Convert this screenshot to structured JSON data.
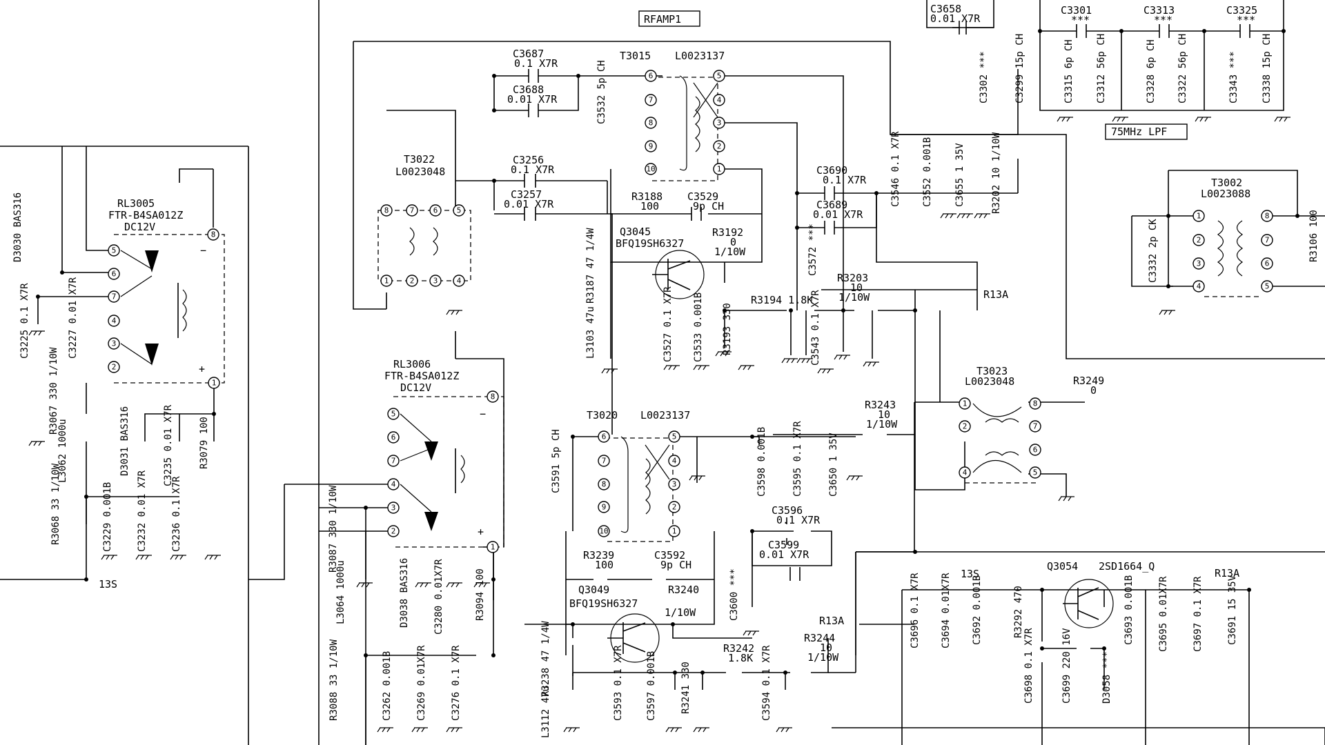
{
  "section_title": "RFAMP1",
  "lpf_label": "75MHz LPF",
  "nets": {
    "r13a_1": "R13A",
    "r13a_2": "R13A",
    "r13a_3": "R13A",
    "s13_1": "13S",
    "s13_2": "13S"
  },
  "transformers": {
    "t3015": {
      "ref": "T3015",
      "part": "L0023137",
      "pins": [
        "6",
        "7",
        "8",
        "9",
        "10",
        "5",
        "4",
        "3",
        "2",
        "1"
      ]
    },
    "t3020": {
      "ref": "T3020",
      "part": "L0023137",
      "pins": [
        "6",
        "7",
        "8",
        "9",
        "10",
        "5",
        "4",
        "3",
        "2",
        "1"
      ]
    },
    "t3022": {
      "ref": "T3022",
      "part": "L0023048",
      "pins": [
        "8",
        "7",
        "6",
        "5",
        "1",
        "2",
        "3",
        "4"
      ]
    },
    "t3023": {
      "ref": "T3023",
      "part": "L0023048",
      "pins": [
        "1",
        "2",
        "4",
        "8",
        "7",
        "6",
        "5"
      ]
    },
    "t3002": {
      "ref": "T3002",
      "part": "L0023088",
      "pins": [
        "1",
        "2",
        "3",
        "4",
        "8",
        "7",
        "6",
        "5"
      ]
    }
  },
  "relays": {
    "rl3005": {
      "ref": "RL3005",
      "part": "FTR-B4SA012Z",
      "rating": "DC12V",
      "pins": [
        "8",
        "5",
        "6",
        "7",
        "4",
        "3",
        "2",
        "1"
      ],
      "minus": "−",
      "plus": "+"
    },
    "rl3006": {
      "ref": "RL3006",
      "part": "FTR-B4SA012Z",
      "rating": "DC12V",
      "pins": [
        "8",
        "5",
        "6",
        "7",
        "4",
        "3",
        "2",
        "1"
      ],
      "minus": "−",
      "plus": "+"
    }
  },
  "transistors": {
    "q3045": {
      "ref": "Q3045",
      "part": "BFQ19SH6327"
    },
    "q3049": {
      "ref": "Q3049",
      "part": "BFQ19SH6327"
    },
    "q3054": {
      "ref": "Q3054",
      "part": "2SD1664_Q"
    }
  },
  "labels_h": [
    {
      "id": "c3687a",
      "text": "C3687"
    },
    {
      "id": "c3687b",
      "text": "0.1 X7R"
    },
    {
      "id": "c3688a",
      "text": "C3688"
    },
    {
      "id": "c3688b",
      "text": "0.01 X7R"
    },
    {
      "id": "c3256a",
      "text": "C3256"
    },
    {
      "id": "c3256b",
      "text": "0.1 X7R"
    },
    {
      "id": "c3257a",
      "text": "C3257"
    },
    {
      "id": "c3257b",
      "text": "0.01 X7R"
    },
    {
      "id": "r3188a",
      "text": "R3188"
    },
    {
      "id": "r3188b",
      "text": "100"
    },
    {
      "id": "c3529a",
      "text": "C3529"
    },
    {
      "id": "c3529b",
      "text": "9p CH"
    },
    {
      "id": "r3192a",
      "text": "R3192"
    },
    {
      "id": "r3192b",
      "text": "0"
    },
    {
      "id": "r3192c",
      "text": "1/10W"
    },
    {
      "id": "c3690a",
      "text": "C3690"
    },
    {
      "id": "c3690b",
      "text": "0.1 X7R"
    },
    {
      "id": "c3689a",
      "text": "C3689"
    },
    {
      "id": "c3689b",
      "text": "0.01 X7R"
    },
    {
      "id": "r3203a",
      "text": "R3203"
    },
    {
      "id": "r3203b",
      "text": "10"
    },
    {
      "id": "r3203c",
      "text": "1/10W"
    },
    {
      "id": "r3194",
      "text": "R3194 1.8K"
    },
    {
      "id": "c3658a",
      "text": "C3658"
    },
    {
      "id": "c3658b",
      "text": "0.01 X7R"
    },
    {
      "id": "c3301a",
      "text": "C3301"
    },
    {
      "id": "c3301b",
      "text": "***"
    },
    {
      "id": "c3313a",
      "text": "C3313"
    },
    {
      "id": "c3313b",
      "text": "***"
    },
    {
      "id": "c3325a",
      "text": "C3325"
    },
    {
      "id": "c3325b",
      "text": "***"
    },
    {
      "id": "r3243a",
      "text": "R3243"
    },
    {
      "id": "r3243b",
      "text": "10"
    },
    {
      "id": "r3243c",
      "text": "1/10W"
    },
    {
      "id": "r3249a",
      "text": "R3249"
    },
    {
      "id": "r3249b",
      "text": "0"
    },
    {
      "id": "c3596a",
      "text": "C3596"
    },
    {
      "id": "c3596b",
      "text": "0.1 X7R"
    },
    {
      "id": "c3599a",
      "text": "C3599"
    },
    {
      "id": "c3599b",
      "text": "0.01 X7R"
    },
    {
      "id": "r3239a",
      "text": "R3239"
    },
    {
      "id": "r3239b",
      "text": "100"
    },
    {
      "id": "c3592a",
      "text": "C3592"
    },
    {
      "id": "c3592b",
      "text": "9p CH"
    },
    {
      "id": "r3240a",
      "text": "R3240"
    },
    {
      "id": "r3240b",
      "text": "1/10W"
    },
    {
      "id": "r3242a",
      "text": "R3242"
    },
    {
      "id": "r3242b",
      "text": "1.8K"
    },
    {
      "id": "r3244a",
      "text": "R3244"
    },
    {
      "id": "r3244b",
      "text": "10"
    },
    {
      "id": "r3244c",
      "text": "1/10W"
    }
  ],
  "labels_v": [
    {
      "id": "c3532",
      "text": "C3532 5p CH"
    },
    {
      "id": "c3546",
      "text": "C3546 0.1 X7R"
    },
    {
      "id": "c3552",
      "text": "C3552 0.001B"
    },
    {
      "id": "c3655",
      "text": "C3655 1 35V"
    },
    {
      "id": "r3202",
      "text": "R3202 10 1/10W"
    },
    {
      "id": "c3572",
      "text": "C3572 ***"
    },
    {
      "id": "r3187",
      "text": "R3187 47 1/4W"
    },
    {
      "id": "l3103",
      "text": "L3103 47u"
    },
    {
      "id": "c3527",
      "text": "C3527 0.1 X7R"
    },
    {
      "id": "c3533",
      "text": "C3533 0.001B"
    },
    {
      "id": "r3193",
      "text": "R3193 330"
    },
    {
      "id": "c3543",
      "text": "C3543 0.1 X7R"
    },
    {
      "id": "c3302",
      "text": "C3302 ***"
    },
    {
      "id": "c3299",
      "text": "C3299 15p CH"
    },
    {
      "id": "c3315",
      "text": "C3315 6p CH"
    },
    {
      "id": "c3312",
      "text": "C3312 56p CH"
    },
    {
      "id": "c3328",
      "text": "C3328 6p CH"
    },
    {
      "id": "c3322",
      "text": "C3322 56p CH"
    },
    {
      "id": "c3343",
      "text": "C3343 ***"
    },
    {
      "id": "c3338",
      "text": "C3338 15p CH"
    },
    {
      "id": "c3332",
      "text": "C3332 2p CK"
    },
    {
      "id": "r3106",
      "text": "R3106 100"
    },
    {
      "id": "d3030",
      "text": "D3030 BAS316"
    },
    {
      "id": "c3225",
      "text": "C3225 0.1 X7R"
    },
    {
      "id": "c3227",
      "text": "C3227 0.01 X7R"
    },
    {
      "id": "r3067",
      "text": "R3067 330 1/10W"
    },
    {
      "id": "l3062",
      "text": "L3062 1000u"
    },
    {
      "id": "d3031",
      "text": "D3031 BAS316"
    },
    {
      "id": "c3235",
      "text": "C3235 0.01 X7R"
    },
    {
      "id": "r3079",
      "text": "R3079 100"
    },
    {
      "id": "r3068",
      "text": "R3068 33 1/10W"
    },
    {
      "id": "c3229",
      "text": "C3229 0.001B"
    },
    {
      "id": "c3232",
      "text": "C3232 0.01 X7R"
    },
    {
      "id": "c3236",
      "text": "C3236 0.1 X7R"
    },
    {
      "id": "c3591",
      "text": "C3591 5p CH"
    },
    {
      "id": "c3598",
      "text": "C3598 0.001B"
    },
    {
      "id": "c3595",
      "text": "C3595 0.1 X7R"
    },
    {
      "id": "c3650",
      "text": "C3650 1 35V"
    },
    {
      "id": "c3600",
      "text": "C3600 ***"
    },
    {
      "id": "r3087",
      "text": "R3087 330 1/10W"
    },
    {
      "id": "l3064",
      "text": "L3064 1000u"
    },
    {
      "id": "d3038",
      "text": "D3038 BAS316"
    },
    {
      "id": "c3280",
      "text": "C3280 0.01X7R"
    },
    {
      "id": "r3094",
      "text": "R3094 100"
    },
    {
      "id": "r3088",
      "text": "R3088 33 1/10W"
    },
    {
      "id": "c3262",
      "text": "C3262 0.001B"
    },
    {
      "id": "c3269",
      "text": "C3269 0.01X7R"
    },
    {
      "id": "c3276",
      "text": "C3276 0.1 X7R"
    },
    {
      "id": "r3238",
      "text": "R3238 47 1/4W"
    },
    {
      "id": "l3112",
      "text": "L3112 47u"
    },
    {
      "id": "c3593",
      "text": "C3593 0.1 X7R"
    },
    {
      "id": "c3597",
      "text": "C3597 0.001B"
    },
    {
      "id": "r3241",
      "text": "R3241 330"
    },
    {
      "id": "c3594",
      "text": "C3594 0.1 X7R"
    },
    {
      "id": "c3696",
      "text": "C3696 0.1 X7R"
    },
    {
      "id": "c3694",
      "text": "C3694 0.01X7R"
    },
    {
      "id": "c3692",
      "text": "C3692 0.001B"
    },
    {
      "id": "r3292",
      "text": "R3292 470"
    },
    {
      "id": "c3698",
      "text": "C3698 0.1 X7R"
    },
    {
      "id": "c3699",
      "text": "C3699 220 16V"
    },
    {
      "id": "d3058",
      "text": "D3058 ***"
    },
    {
      "id": "c3693",
      "text": "C3693 0.001B"
    },
    {
      "id": "c3695",
      "text": "C3695 0.01X7R"
    },
    {
      "id": "c3697",
      "text": "C3697 0.1 X7R"
    },
    {
      "id": "c3691",
      "text": "C3691 15 35V"
    }
  ]
}
